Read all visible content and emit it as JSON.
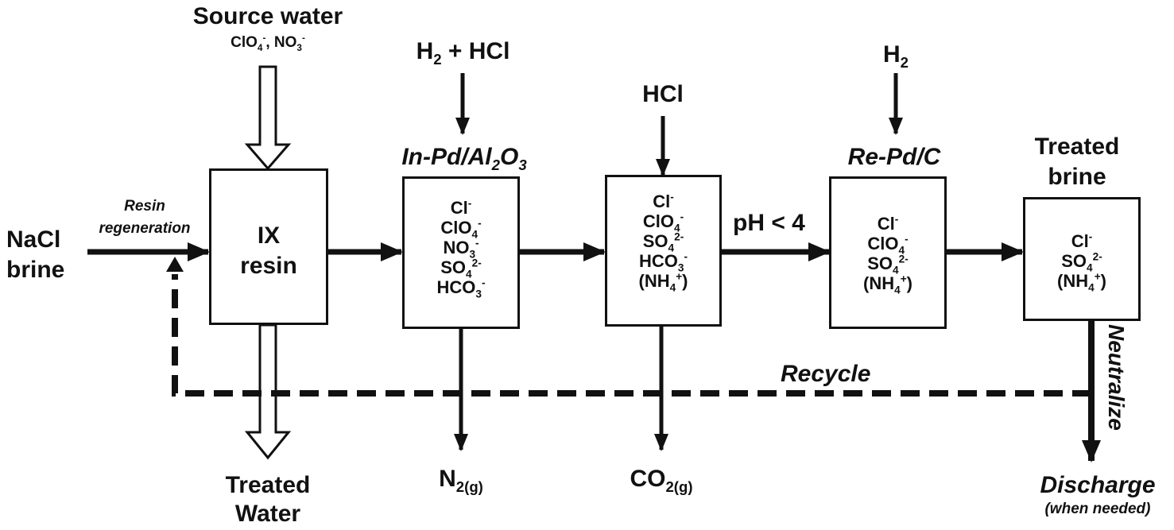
{
  "source": {
    "title": "Source water",
    "species": [
      {
        "base": "ClO",
        "sub": "4",
        "sup": "-"
      },
      {
        "sep": ", "
      },
      {
        "base": "NO",
        "sub": "3",
        "sup": "-"
      }
    ]
  },
  "nacl": {
    "line1": "NaCl",
    "line2": "brine"
  },
  "regen": {
    "line1": "Resin",
    "line2": "regeneration"
  },
  "ix": {
    "line1": "IX",
    "line2": "resin"
  },
  "treated_water": {
    "line1": "Treated",
    "line2": "Water"
  },
  "reactor1": {
    "catalyst": {
      "a": "In-Pd/Al",
      "sub1": "2",
      "b": "O",
      "sub2": "3"
    },
    "input": {
      "a": "H",
      "sub": "2",
      "b": " + HCl"
    },
    "ions": [
      {
        "base": "Cl",
        "sup": "-"
      },
      {
        "base": "ClO",
        "sub": "4",
        "sup": "-"
      },
      {
        "base": "NO",
        "sub": "3",
        "sup": "-"
      },
      {
        "base": "SO",
        "sub": "4",
        "sup": "2-"
      },
      {
        "base": "HCO",
        "sub": "3",
        "sup": "-"
      }
    ],
    "output": {
      "a": "N",
      "sub": "2(g)"
    }
  },
  "reactor2": {
    "input": "HCl",
    "ions": [
      {
        "base": "Cl",
        "sup": "-"
      },
      {
        "base": "ClO",
        "sub": "4",
        "sup": "-"
      },
      {
        "base": "SO",
        "sub": "4",
        "sup": "2-"
      },
      {
        "base": "HCO",
        "sub": "3",
        "sup": "-"
      },
      {
        "pre": "(",
        "base": "NH",
        "sub": "4",
        "sup": "+",
        "post": ")"
      }
    ],
    "output": {
      "a": "CO",
      "sub": "2(g)"
    }
  },
  "ph_label": "pH < 4",
  "reactor3": {
    "catalyst": "Re-Pd/C",
    "input": {
      "a": "H",
      "sub": "2"
    },
    "ions": [
      {
        "base": "Cl",
        "sup": "-"
      },
      {
        "base": "ClO",
        "sub": "4",
        "sup": "-"
      },
      {
        "base": "SO",
        "sub": "4",
        "sup": "2-"
      },
      {
        "pre": "(",
        "base": "NH",
        "sub": "4",
        "sup": "+",
        "post": ")"
      }
    ]
  },
  "treated_brine": {
    "line1": "Treated",
    "line2": "brine",
    "ions": [
      {
        "base": "Cl",
        "sup": "-"
      },
      {
        "base": "SO",
        "sub": "4",
        "sup": "2-"
      },
      {
        "pre": "(",
        "base": "NH",
        "sub": "4",
        "sup": "+",
        "post": ")"
      }
    ]
  },
  "recycle": "Recycle",
  "neutralize": "Neutralize",
  "discharge": {
    "line1": "Discharge",
    "line2": "(when needed)"
  }
}
